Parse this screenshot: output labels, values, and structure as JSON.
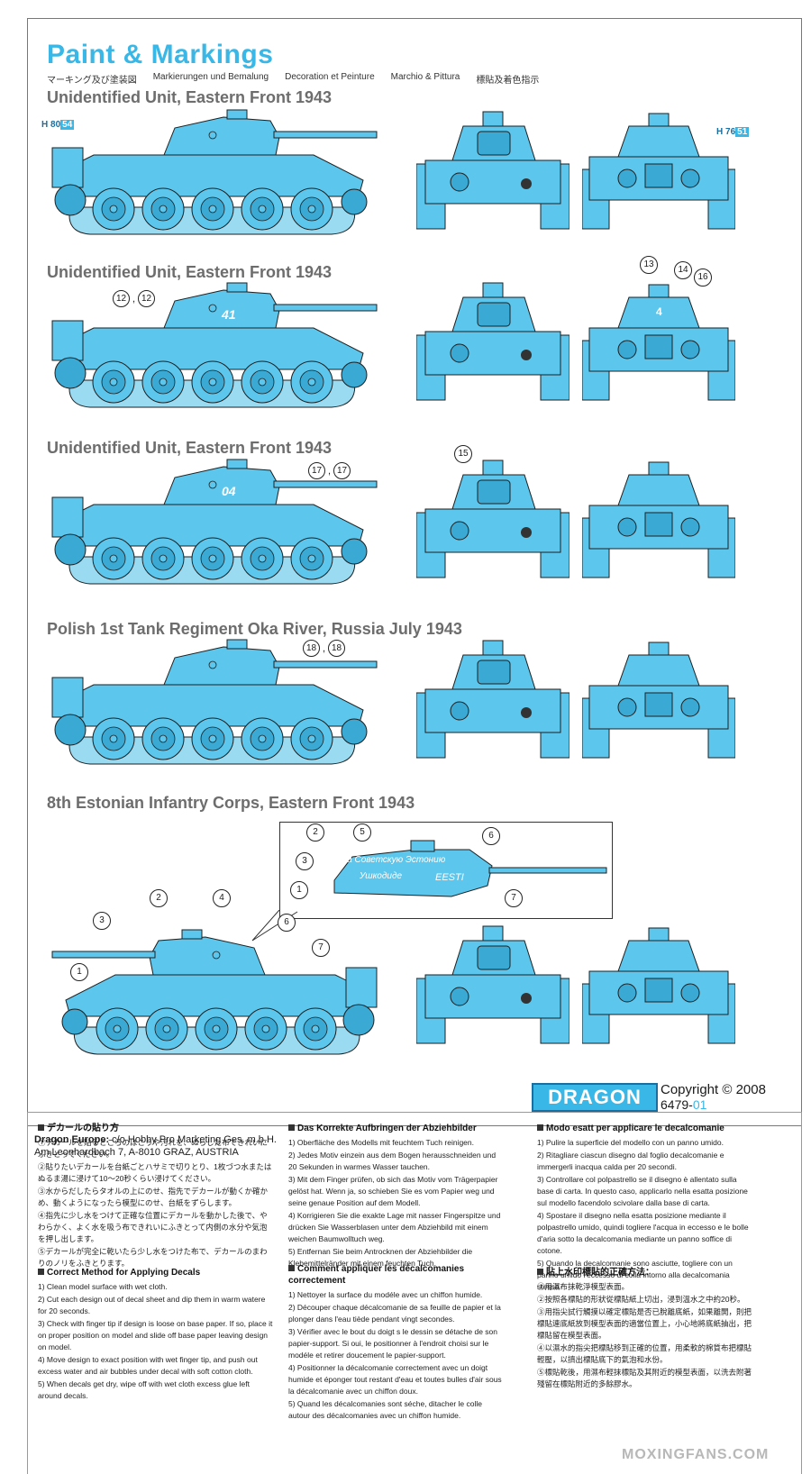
{
  "title": "Paint & Markings",
  "subtitles": [
    "マーキング及び塗装図",
    "Markierungen und Bemalung",
    "Decoration et Peinture",
    "Marchio & Pittura",
    "標貼及着色指示"
  ],
  "schemes": [
    {
      "heading": "Unidentified Unit, Eastern Front 1943"
    },
    {
      "heading": "Unidentified Unit, Eastern Front 1943"
    },
    {
      "heading": "Unidentified Unit, Eastern Front 1943"
    },
    {
      "heading": "Polish 1st Tank Regiment Oka River, Russia July 1943"
    },
    {
      "heading": "8th Estonian Infantry Corps, Eastern Front 1943"
    }
  ],
  "color_refs": {
    "left": {
      "h": "H",
      "n1": "80",
      "n2": "54"
    },
    "right": {
      "h": "H",
      "n1": "76",
      "n2": "51"
    }
  },
  "callouts": {
    "s2_side": [
      "12",
      "12"
    ],
    "s2_rear": [
      "13",
      "14",
      "16"
    ],
    "s3_side": [
      "17",
      "17"
    ],
    "s3_front": "15",
    "s4_side": [
      "18",
      "18"
    ],
    "s5_detail": [
      "1",
      "2",
      "3",
      "5",
      "6",
      "7"
    ],
    "s5_side": [
      "1",
      "2",
      "3",
      "4",
      "6",
      "7"
    ]
  },
  "tank_marks": {
    "s2_turret": "41",
    "s2_turret_rear": "4",
    "s3_turret": "04",
    "s5_slogan1": "За Советскую Эстонию",
    "s5_slogan2": "Ушкодиде",
    "s5_slogan3": "EESTI"
  },
  "footer": {
    "company": "Dragon Europe:",
    "company_rest": " c/o Hobby Pro Marketing Ges. m.b.H.",
    "address": "Am Leonhardbach 7, A-8010 GRAZ, AUSTRIA",
    "logo": "DRAGON",
    "copyright": "Copyright © 2008",
    "code_main": "6479-",
    "code_suffix": "01"
  },
  "instructions": {
    "jp": {
      "title": "デカールの貼り方",
      "steps": [
        "①デカールを貼るところのほこりや汚れを、ぬらした布できれいにふきとってください。",
        "②貼りたいデカールを台紙ごとハサミで切りとり、1枚づつ水またはぬるま湯に浸けて10～20秒くらい浸けてください。",
        "③水からだしたらタオルの上にのせ、指先でデカールが動くか確かめ、動くようになったら模型にのせ、台紙をずらします。",
        "④指先に少し水をつけて正確な位置にデカールを動かした後で、やわらかく、よく水を吸う布できれいにふきとって内側の水分や気泡を押し出します。",
        "⑤デカールが完全に乾いたら少し水をつけた布で、デカールのまわりのノリをふきとります。"
      ]
    },
    "en": {
      "title": "Correct Method for Applying Decals",
      "steps": [
        "1) Clean model surface with wet cloth.",
        "2) Cut each design out of decal sheet and dip them in warm watere for 20 seconds.",
        "3) Check with finger tip if design is loose on base paper. If so, place it on proper position on model and slide off base paper leaving design on model.",
        "4) Move design to exact position with wet finger tip, and push out excess water and air bubbles under decal with soft cotton cloth.",
        "5) When decals get dry, wipe off with wet cloth excess glue left around decals."
      ]
    },
    "de": {
      "title": "Das Korrekte Aufbringen der Abziehbilder",
      "steps": [
        "1) Oberfläche des Modells mit feuchtem Tuch reinigen.",
        "2) Jedes Motiv einzein aus dem Bogen herausschneiden und 20 Sekunden in warmes Wasser tauchen.",
        "3) Mit dem Finger prüfen, ob sich das Motiv vom Trägerpapier gelöst hat. Wenn ja, so schieben Sie es vom Papier weg und seine genaue Position auf dem Modell.",
        "4) Korrigieren Sie die exakte Lage mit nasser Fingerspitze und drücken Sie Wasserblasen unter dem Abziehbild mit einem weichen Baumwolltuch weg.",
        "5) Entfernan Sie beim Antrocknen der Abziehbilder die Klebemittelränder mit einem feuchten Tuch."
      ]
    },
    "fr": {
      "title": "Comment appliquer les décalcomanies correctement",
      "steps": [
        "1) Nettoyer la surface du modéle avec un chiffon humide.",
        "2) Découper chaque décalcomanie de sa feuille de papier et la plonger dans l'eau tiède pendant vingt secondes.",
        "3) Vérifier avec le bout du doigt s le dessin se détache de son papier-support. Si oui, le positionner à l'endroit choisi sur le modéle et retirer doucement le papier-support.",
        "4) Positionner la décalcomanie correctement avec un doigt humide et éponger tout restant d'eau et toutes bulles d'air sous la décalcomanie avec un chiffon doux.",
        "5) Quand les décalcomanies sont séche, ditacher le colle autour des décalcomanies avec un chiffon humide."
      ]
    },
    "it": {
      "title": "Modo esatt per applicare le decalcomanie",
      "steps": [
        "1) Pulire la superficie del modello con un panno umido.",
        "2) Ritagliare ciascun disegno dal foglio decalcomanie e immergerli inacqua calda per 20 secondi.",
        "3) Controllare col polpastrello se il disegno è allentato sulla base di carta. In questo caso, applicarlo nella esatta posizione sul modello facendolo scivolare dalla base di carta.",
        "4) Spostare il disegno nella esatta posizione mediante il polpastrello umido, quindi togliere l'acqua in eccesso e le bolle d'aria sotto la decalcomania mediante un panno soffice di cotone.",
        "5) Quando la decalcomanie sono asciutte, togliere con un panno umido l'eccesso di colla intorno alla decalcomania stessa."
      ]
    },
    "zh": {
      "title": "貼上水印標貼的正確方法：",
      "steps": [
        "①用濕布抹乾淨模型表面。",
        "②按照各標貼的形狀從標貼紙上切出，浸到溫水之中約20秒。",
        "③用指尖試行觸摸以確定標貼是否已脫離底紙，如果離開，則把標貼連底紙放到模型表面的適當位置上，小心地將底紙抽出，把標貼留在模型表面。",
        "④以濕水的指尖把標貼移到正確的位置，用柔軟的棉質布把標貼輕壓，以擠出標貼底下的氣泡和水份。",
        "⑤標貼乾後，用濕布輕抹標貼及其附近的模型表面，以洗去附著殘留在標貼附近的多餘膠水。"
      ]
    }
  },
  "watermark": "MOXINGFANS.COM",
  "colors": {
    "tank": "#5cc6ec",
    "tank_dark": "#3aa9d4",
    "outline": "#1f1f1f",
    "accent": "#39b7e6"
  }
}
